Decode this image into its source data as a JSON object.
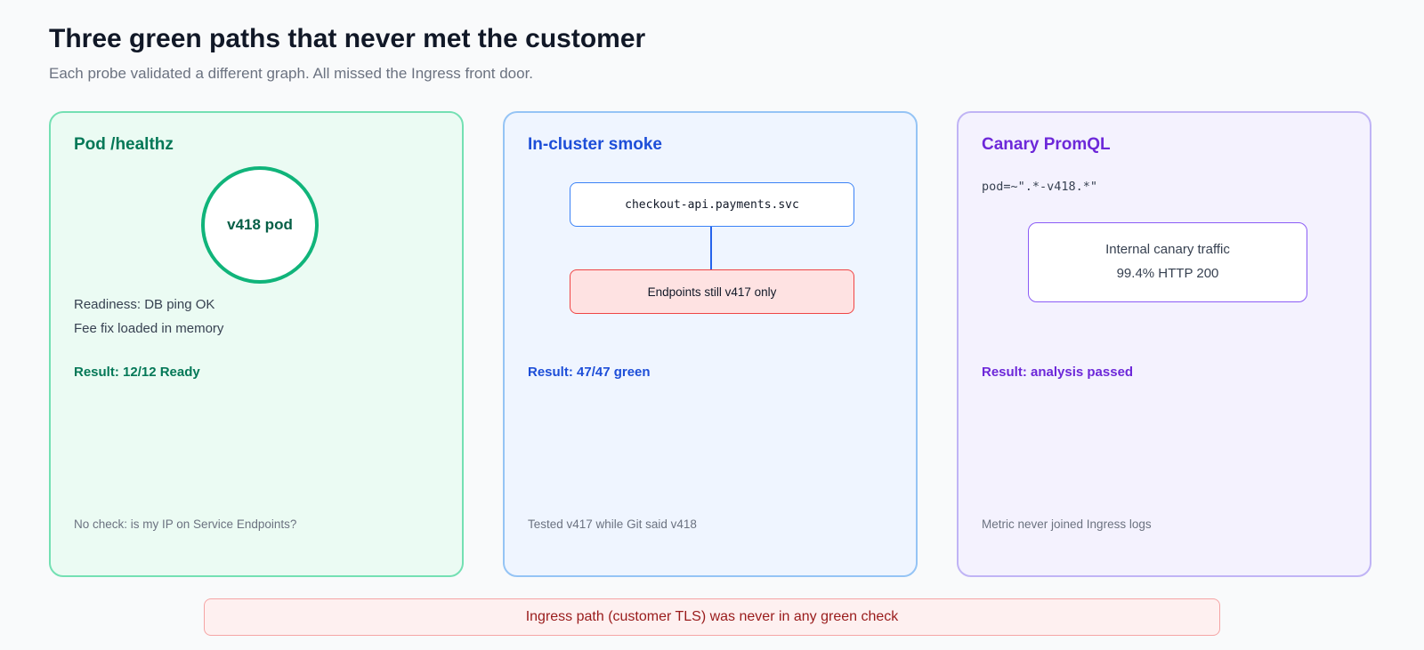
{
  "header": {
    "title": "Three green paths that never met the customer",
    "subtitle": "Each probe validated a different graph. All missed the Ingress front door."
  },
  "cards": {
    "pod": {
      "title": "Pod /healthz",
      "node_label": "v418 pod",
      "details": [
        "Readiness: DB ping OK",
        "Fee fix loaded in memory"
      ],
      "result": "Result: 12/12 Ready",
      "footnote": "No check: is my IP on Service Endpoints?"
    },
    "smoke": {
      "title": "In-cluster smoke",
      "service_label": "checkout-api.payments.svc",
      "endpoints_label": "Endpoints still v417 only",
      "result": "Result: 47/47 green",
      "footnote": "Tested v417 while Git said v418"
    },
    "canary": {
      "title": "Canary PromQL",
      "query": "pod=~\".*-v418.*\"",
      "box_line1": "Internal canary traffic",
      "box_line2": "99.4% HTTP 200",
      "result": "Result: analysis passed",
      "footnote": "Metric never joined Ingress logs"
    }
  },
  "banner": {
    "text": "Ingress path (customer TLS) was never in any green check"
  },
  "colors": {
    "green_accent": "#10b47a",
    "blue_accent": "#2563eb",
    "purple_accent": "#6d28d9",
    "alert_red": "#991b1b"
  }
}
